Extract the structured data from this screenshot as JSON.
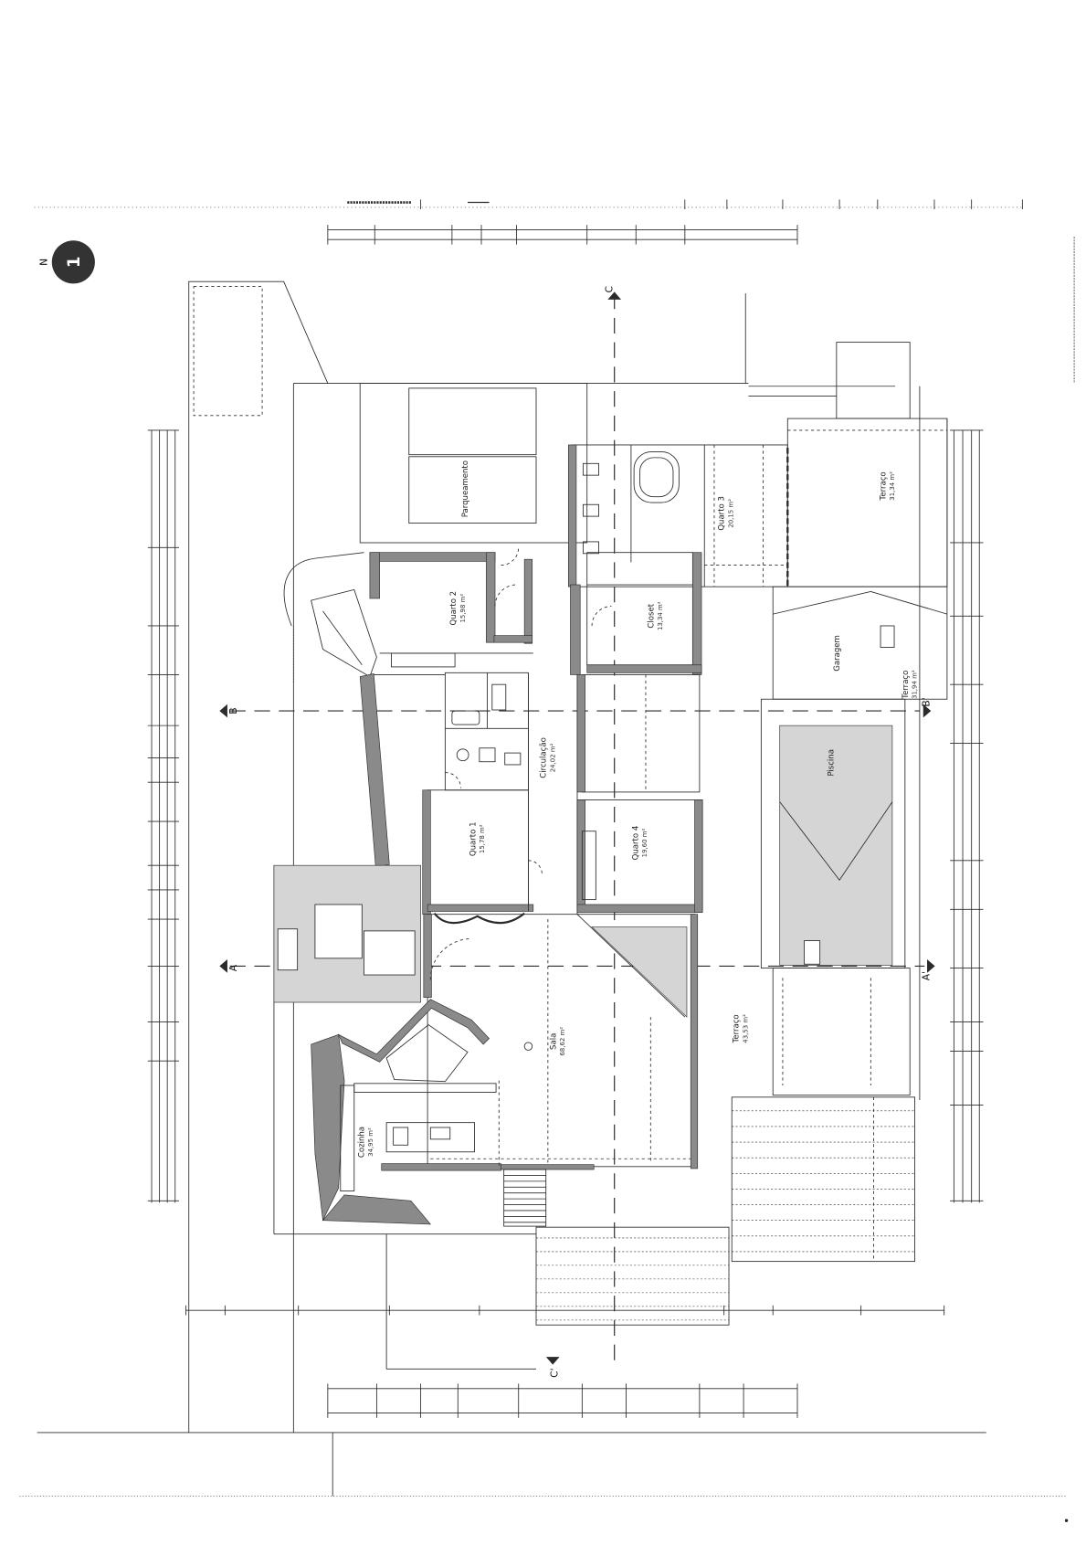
{
  "drawing": {
    "plan_number": "1",
    "north_label": "N"
  },
  "sections": {
    "a_left": "A",
    "a_right": "A'",
    "b_left": "B",
    "b_right": "B'",
    "c_top": "C",
    "c_bottom": "C'"
  },
  "rooms": {
    "parqueamento": {
      "name": "Parqueamento"
    },
    "quarto_2": {
      "name": "Quarto 2",
      "area": "15,98 m²"
    },
    "quarto_3": {
      "name": "Quarto 3",
      "area": "20,15 m²"
    },
    "closet": {
      "name": "Closet",
      "area": "13,34 m²"
    },
    "quarto_1": {
      "name": "Quarto 1",
      "area": "15,78 m²"
    },
    "quarto_4": {
      "name": "Quarto 4",
      "area": "19,60 m²"
    },
    "circulacao": {
      "name": "Circulação",
      "area": "24,02 m²"
    },
    "sala": {
      "name": "Sala",
      "area": "68,62 m²"
    },
    "cozinha": {
      "name": "Cozinha",
      "area": "34,95 m²"
    },
    "garagem": {
      "name": "Garagem"
    },
    "piscina": {
      "name": "Piscina"
    },
    "terraco_1": {
      "name": "Terraço",
      "area": "31,34 m²"
    },
    "terraco_2": {
      "name": "Terraço",
      "area": "31,94 m²"
    },
    "terraco_3": {
      "name": "Terraço",
      "area": "43,53 m²"
    }
  },
  "colors": {
    "line": "#2b2b2b",
    "wall_fill": "#8a8a8a",
    "shade_fill": "#d5d5d5",
    "north_badge": "#333333"
  }
}
